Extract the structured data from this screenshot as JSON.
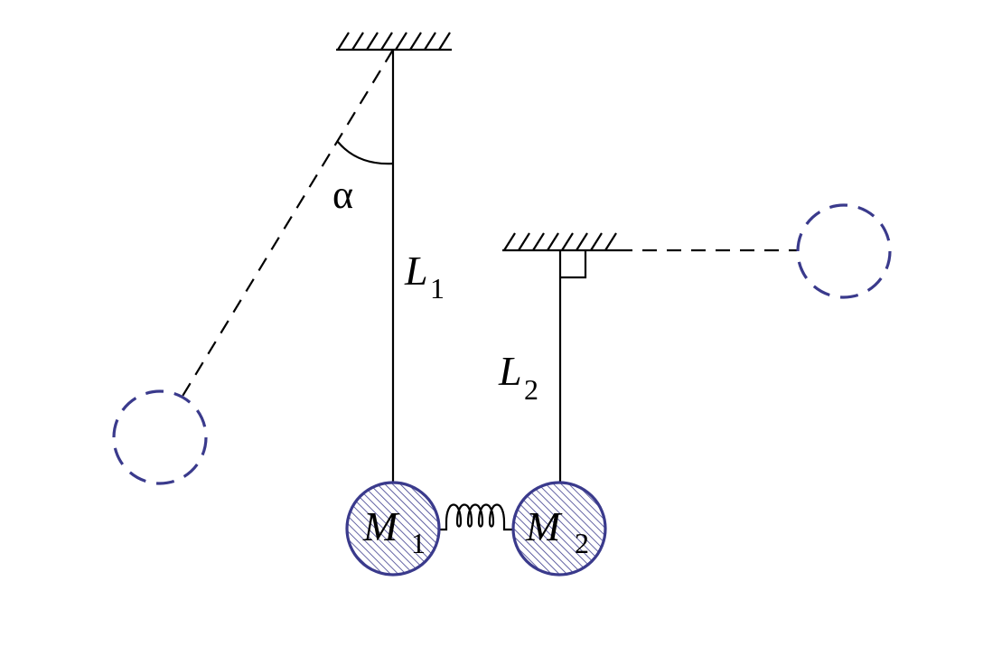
{
  "labels": {
    "alpha": "α",
    "L1": "L",
    "L1_sub": "1",
    "L2": "L",
    "L2_sub": "2",
    "M1": "M",
    "M1_sub": "1",
    "M2": "M",
    "M2_sub": "2"
  },
  "colors": {
    "mass_outline": "#3a3a8c",
    "ghost_outline": "#3a3a8c",
    "line": "#000000"
  },
  "icons": {
    "ceiling_support": "hatched-ceiling-icon",
    "right_angle": "right-angle-icon",
    "spring": "spring-icon"
  }
}
